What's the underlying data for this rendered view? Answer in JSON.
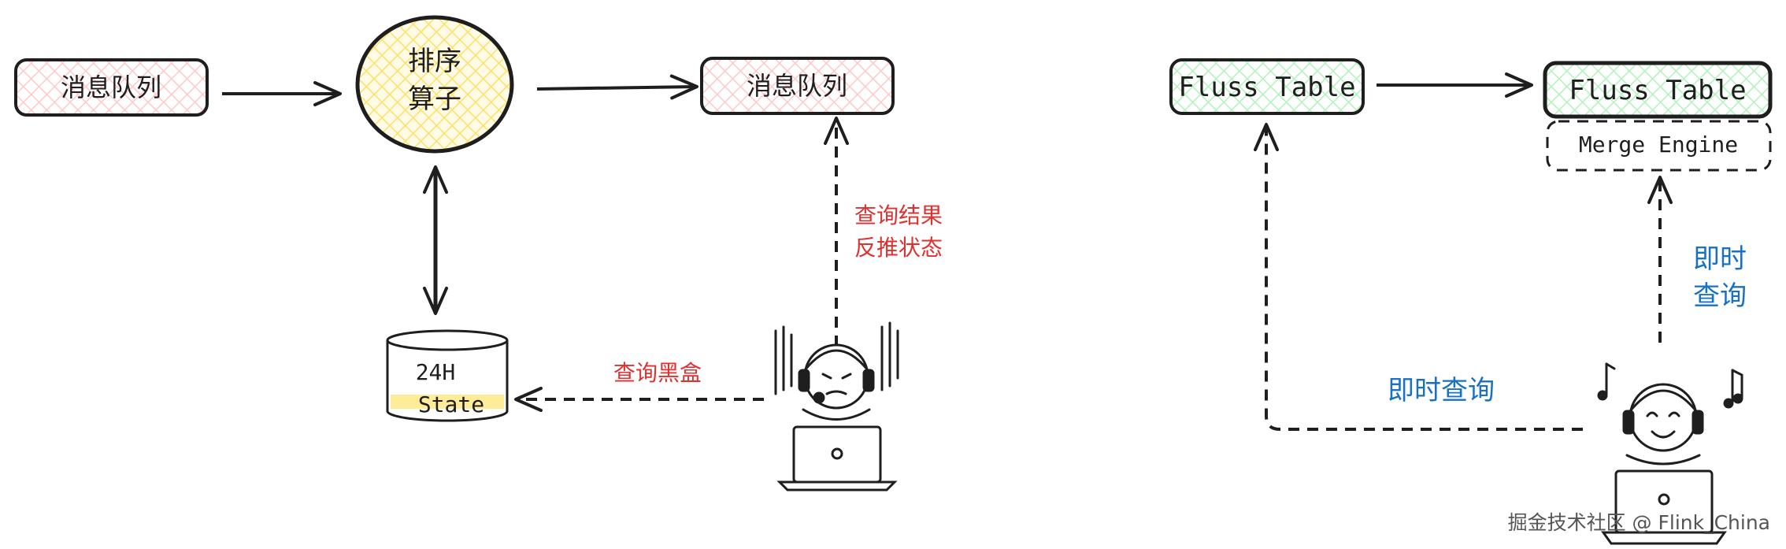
{
  "left": {
    "queue_in": "消息队列",
    "sort_operator_line1": "排序",
    "sort_operator_line2": "算子",
    "queue_out": "消息队列",
    "state_line1": "24H",
    "state_line2": "State",
    "query_result_line1": "查询结果",
    "query_result_line2": "反推状态",
    "query_blackbox": "查询黑盒"
  },
  "right": {
    "fluss_table_src": "Fluss Table",
    "fluss_table_dst": "Fluss Table",
    "merge_engine": "Merge Engine",
    "instant_query_line1": "即时",
    "instant_query_line2": "查询",
    "instant_query": "即时查询"
  },
  "watermark": "掘金技术社区 @ Flink_China",
  "colors": {
    "queue_fill": "#ffc9c9",
    "operator_fill": "#ffec99",
    "table_fill": "#b2f2bb",
    "red_text": "#e03131",
    "blue_text": "#1971c2",
    "stroke": "#1e1e1e"
  }
}
